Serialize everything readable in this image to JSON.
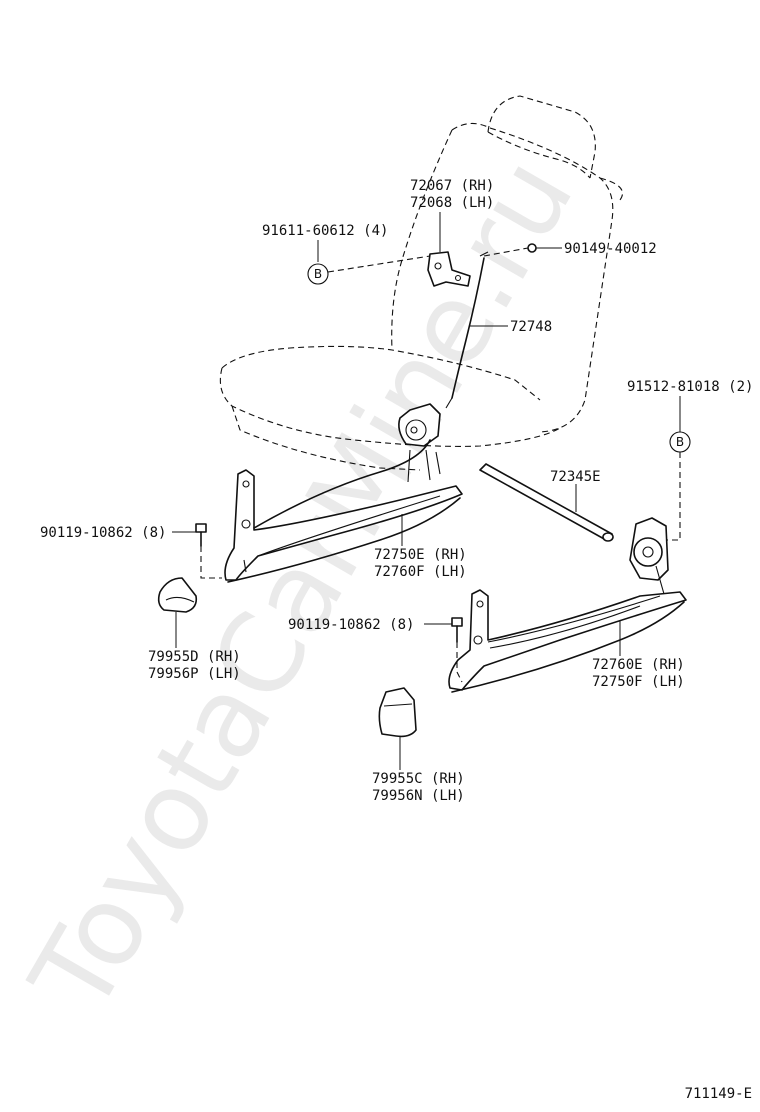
{
  "watermark": "ToyotaCarMine.ru",
  "figure_id": "711149-E",
  "callout_letter": "B",
  "labels": {
    "p72067": "72067 (RH)",
    "p72068": "72068 (LH)",
    "p91611": "91611-60612 (4)",
    "p90149": "90149-40012",
    "p72748": "72748",
    "p91512": "91512-81018 (2)",
    "p72345": "72345E",
    "p90119a": "90119-10862 (8)",
    "p72750e": "72750E (RH)",
    "p72760f": "72760F (LH)",
    "p79955d": "79955D (RH)",
    "p79956p": "79956P (LH)",
    "p90119b": "90119-10862 (8)",
    "p72760e": "72760E (RH)",
    "p72750f": "72750F (LH)",
    "p79955c": "79955C (RH)",
    "p79956n": "79956N (LH)"
  }
}
